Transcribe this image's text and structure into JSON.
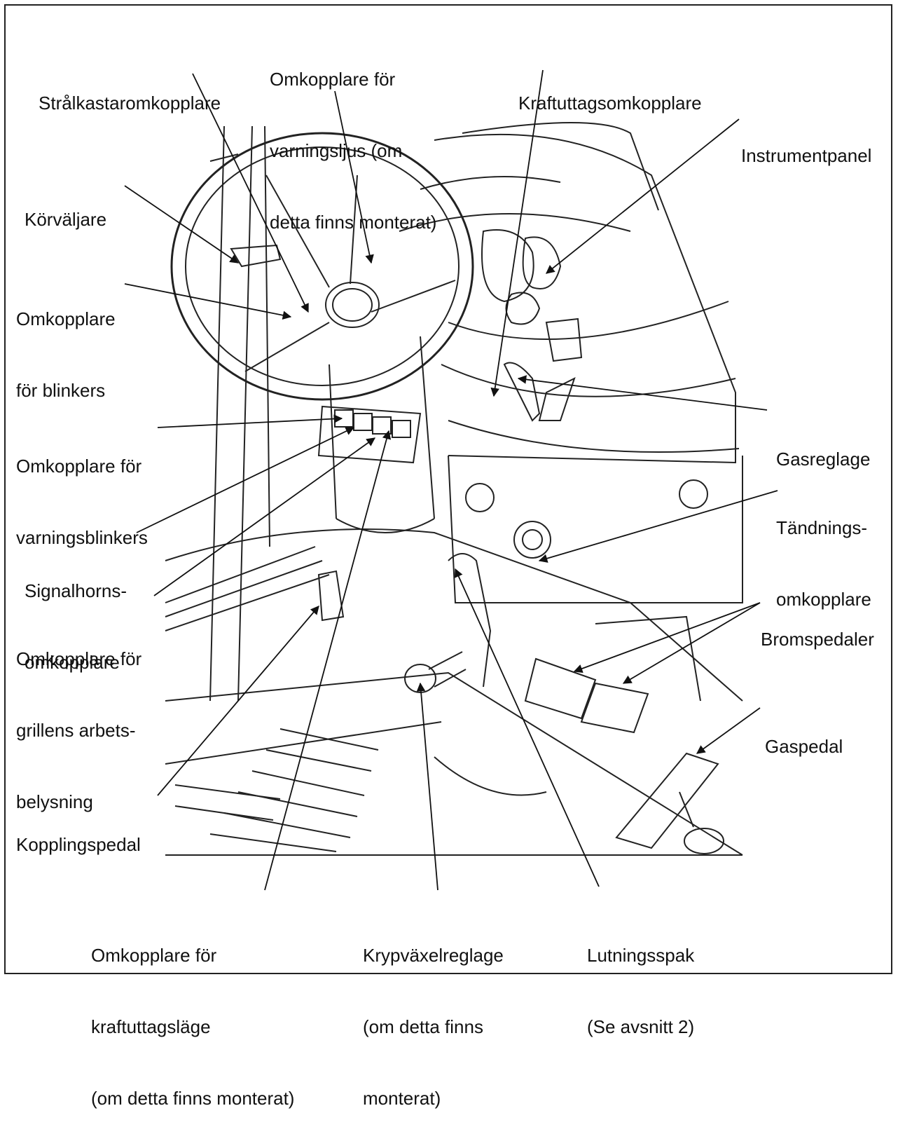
{
  "labels": {
    "stralkastar": [
      "Strålkastaromkopplare"
    ],
    "varningsljus": [
      "Omkopplare för",
      "varningsljus (om",
      "detta finns monterat)"
    ],
    "kraftuttag": [
      "Kraftuttagsomkopplare"
    ],
    "instrumentpanel": [
      "Instrumentpanel"
    ],
    "korvaljare": [
      "Körväljare"
    ],
    "blinkers": [
      "Omkopplare",
      "för blinkers"
    ],
    "gasreglage": [
      "Gasreglage"
    ],
    "varningsblinkers": [
      "Omkopplare för",
      "varningsblinkers"
    ],
    "tandning": [
      "Tändnings-",
      "omkopplare"
    ],
    "signalhorn": [
      "Signalhorns-",
      "omkopplare"
    ],
    "bromspedaler": [
      "Bromspedaler"
    ],
    "grill": [
      "Omkopplare för",
      "grillens arbets-",
      "belysning"
    ],
    "gaspedal": [
      "Gaspedal"
    ],
    "kopplingspedal": [
      "Kopplingspedal"
    ],
    "kraftuttagslage": [
      "Omkopplare för",
      "kraftuttagsläge",
      "(om detta finns monterat)"
    ],
    "krypvaxel": [
      "Krypväxelreglage",
      "(om detta finns",
      "monterat)"
    ],
    "lutningsspak": [
      "Lutningsspak",
      "(Se avsnitt 2)"
    ]
  }
}
